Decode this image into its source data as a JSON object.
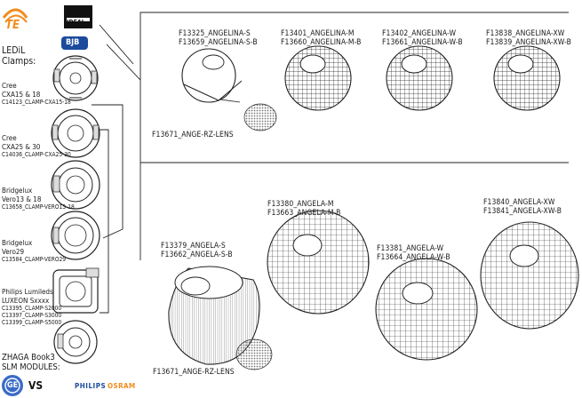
{
  "brands_top": [
    "TE",
    "IDEAL",
    "BJB"
  ],
  "brands_bottom": [
    "GE",
    "VS",
    "PHILIPS",
    "OSRAM"
  ],
  "sidebar": {
    "title": [
      "LEDiL",
      "Clamps:"
    ],
    "clamps": [
      {
        "name": "Cree",
        "models": "CXA15 & 18",
        "code": "C14123_CLAMP-CXA15-18"
      },
      {
        "name": "Cree",
        "models": "CXA25 & 30",
        "code": "C14036_CLAMP-CXA25-30"
      },
      {
        "name": "Bridgelux",
        "models": "Vero13 & 18",
        "code": "C13658_CLAMP-VERO13-18"
      },
      {
        "name": "Bridgelux",
        "models": "Vero29",
        "code": "C13584_CLAMP-VERO29"
      },
      {
        "name": "Philips Lumileds",
        "models": "LUXEON Sxxxx",
        "code": "C13395_CLAMP-S2000\nC13397_CLAMP-S3000\nC13399_CLAMP-S5000"
      }
    ],
    "zhaga": [
      "ZHAGA Book3",
      "SLM MODULES:"
    ]
  },
  "angelina": [
    {
      "line1": "F13325_ANGELINA-S",
      "line2": "F13659_ANGELINA-S-B"
    },
    {
      "line1": "F13401_ANGELINA-M",
      "line2": "F13660_ANGELINA-M-B"
    },
    {
      "line1": "F13402_ANGELINA-W",
      "line2": "F13661_ANGELINA-W-B"
    },
    {
      "line1": "F13838_ANGELINA-XW",
      "line2": "F13839_ANGELINA-XW-B"
    }
  ],
  "angelina_lens": "F13671_ANGE-RZ-LENS",
  "angela": [
    {
      "line1": "F13379_ANGELA-S",
      "line2": "F13662_ANGELA-S-B"
    },
    {
      "line1": "F13380_ANGELA-M",
      "line2": "F13663_ANGELA-M-B"
    },
    {
      "line1": "F13381_ANGELA-W",
      "line2": "F13664_ANGELA-W-B"
    },
    {
      "line1": "F13840_ANGELA-XW",
      "line2": "F13841_ANGELA-XW-B"
    }
  ],
  "angela_lens": "F13671_ANGE-RZ-LENS"
}
